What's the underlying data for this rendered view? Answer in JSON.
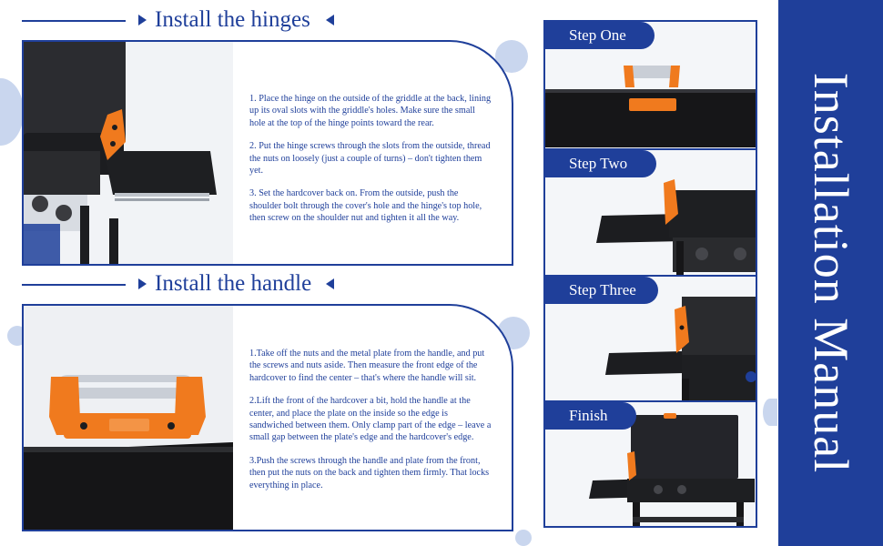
{
  "banner": {
    "title": "Installation Manual"
  },
  "hinges": {
    "heading": "Install the hinges",
    "steps": [
      "1. Place the hinge on the outside of the griddle at the back, lining up its oval slots with the griddle's holes. Make sure the small hole at the top of the hinge points toward the rear.",
      "2. Put the hinge screws through the slots from the outside, thread the nuts on loosely (just a couple of turns) – don't tighten them yet.",
      "3. Set the hardcover back on. From the outside, push the shoulder bolt through the cover's hole and the hinge's top hole, then screw on the shoulder nut and tighten it all the way."
    ]
  },
  "handle": {
    "heading": "Install the handle",
    "steps": [
      "1.Take off the nuts and the metal plate from the handle, and put the screws and nuts aside. Then measure the front edge of the hardcover to find the center – that's where the handle will sit.",
      "2.Lift the front of the hardcover a bit, hold the handle at the center, and place the plate on the inside so the edge is sandwiched between them. Only clamp part of the edge – leave a small gap between the plate's edge and the hardcover's edge.",
      "3.Push the screws through the handle and plate from the front, then put the nuts on the back and tighten them firmly. That locks everything in place."
    ]
  },
  "sequence": {
    "step_one": "Step One",
    "step_two": "Step Two",
    "step_three": "Step Three",
    "finish": "Finish"
  },
  "colors": {
    "brand_blue": "#1f3f9a",
    "accent_orange": "#f07a1e",
    "griddle_black": "#1b1b1d"
  }
}
